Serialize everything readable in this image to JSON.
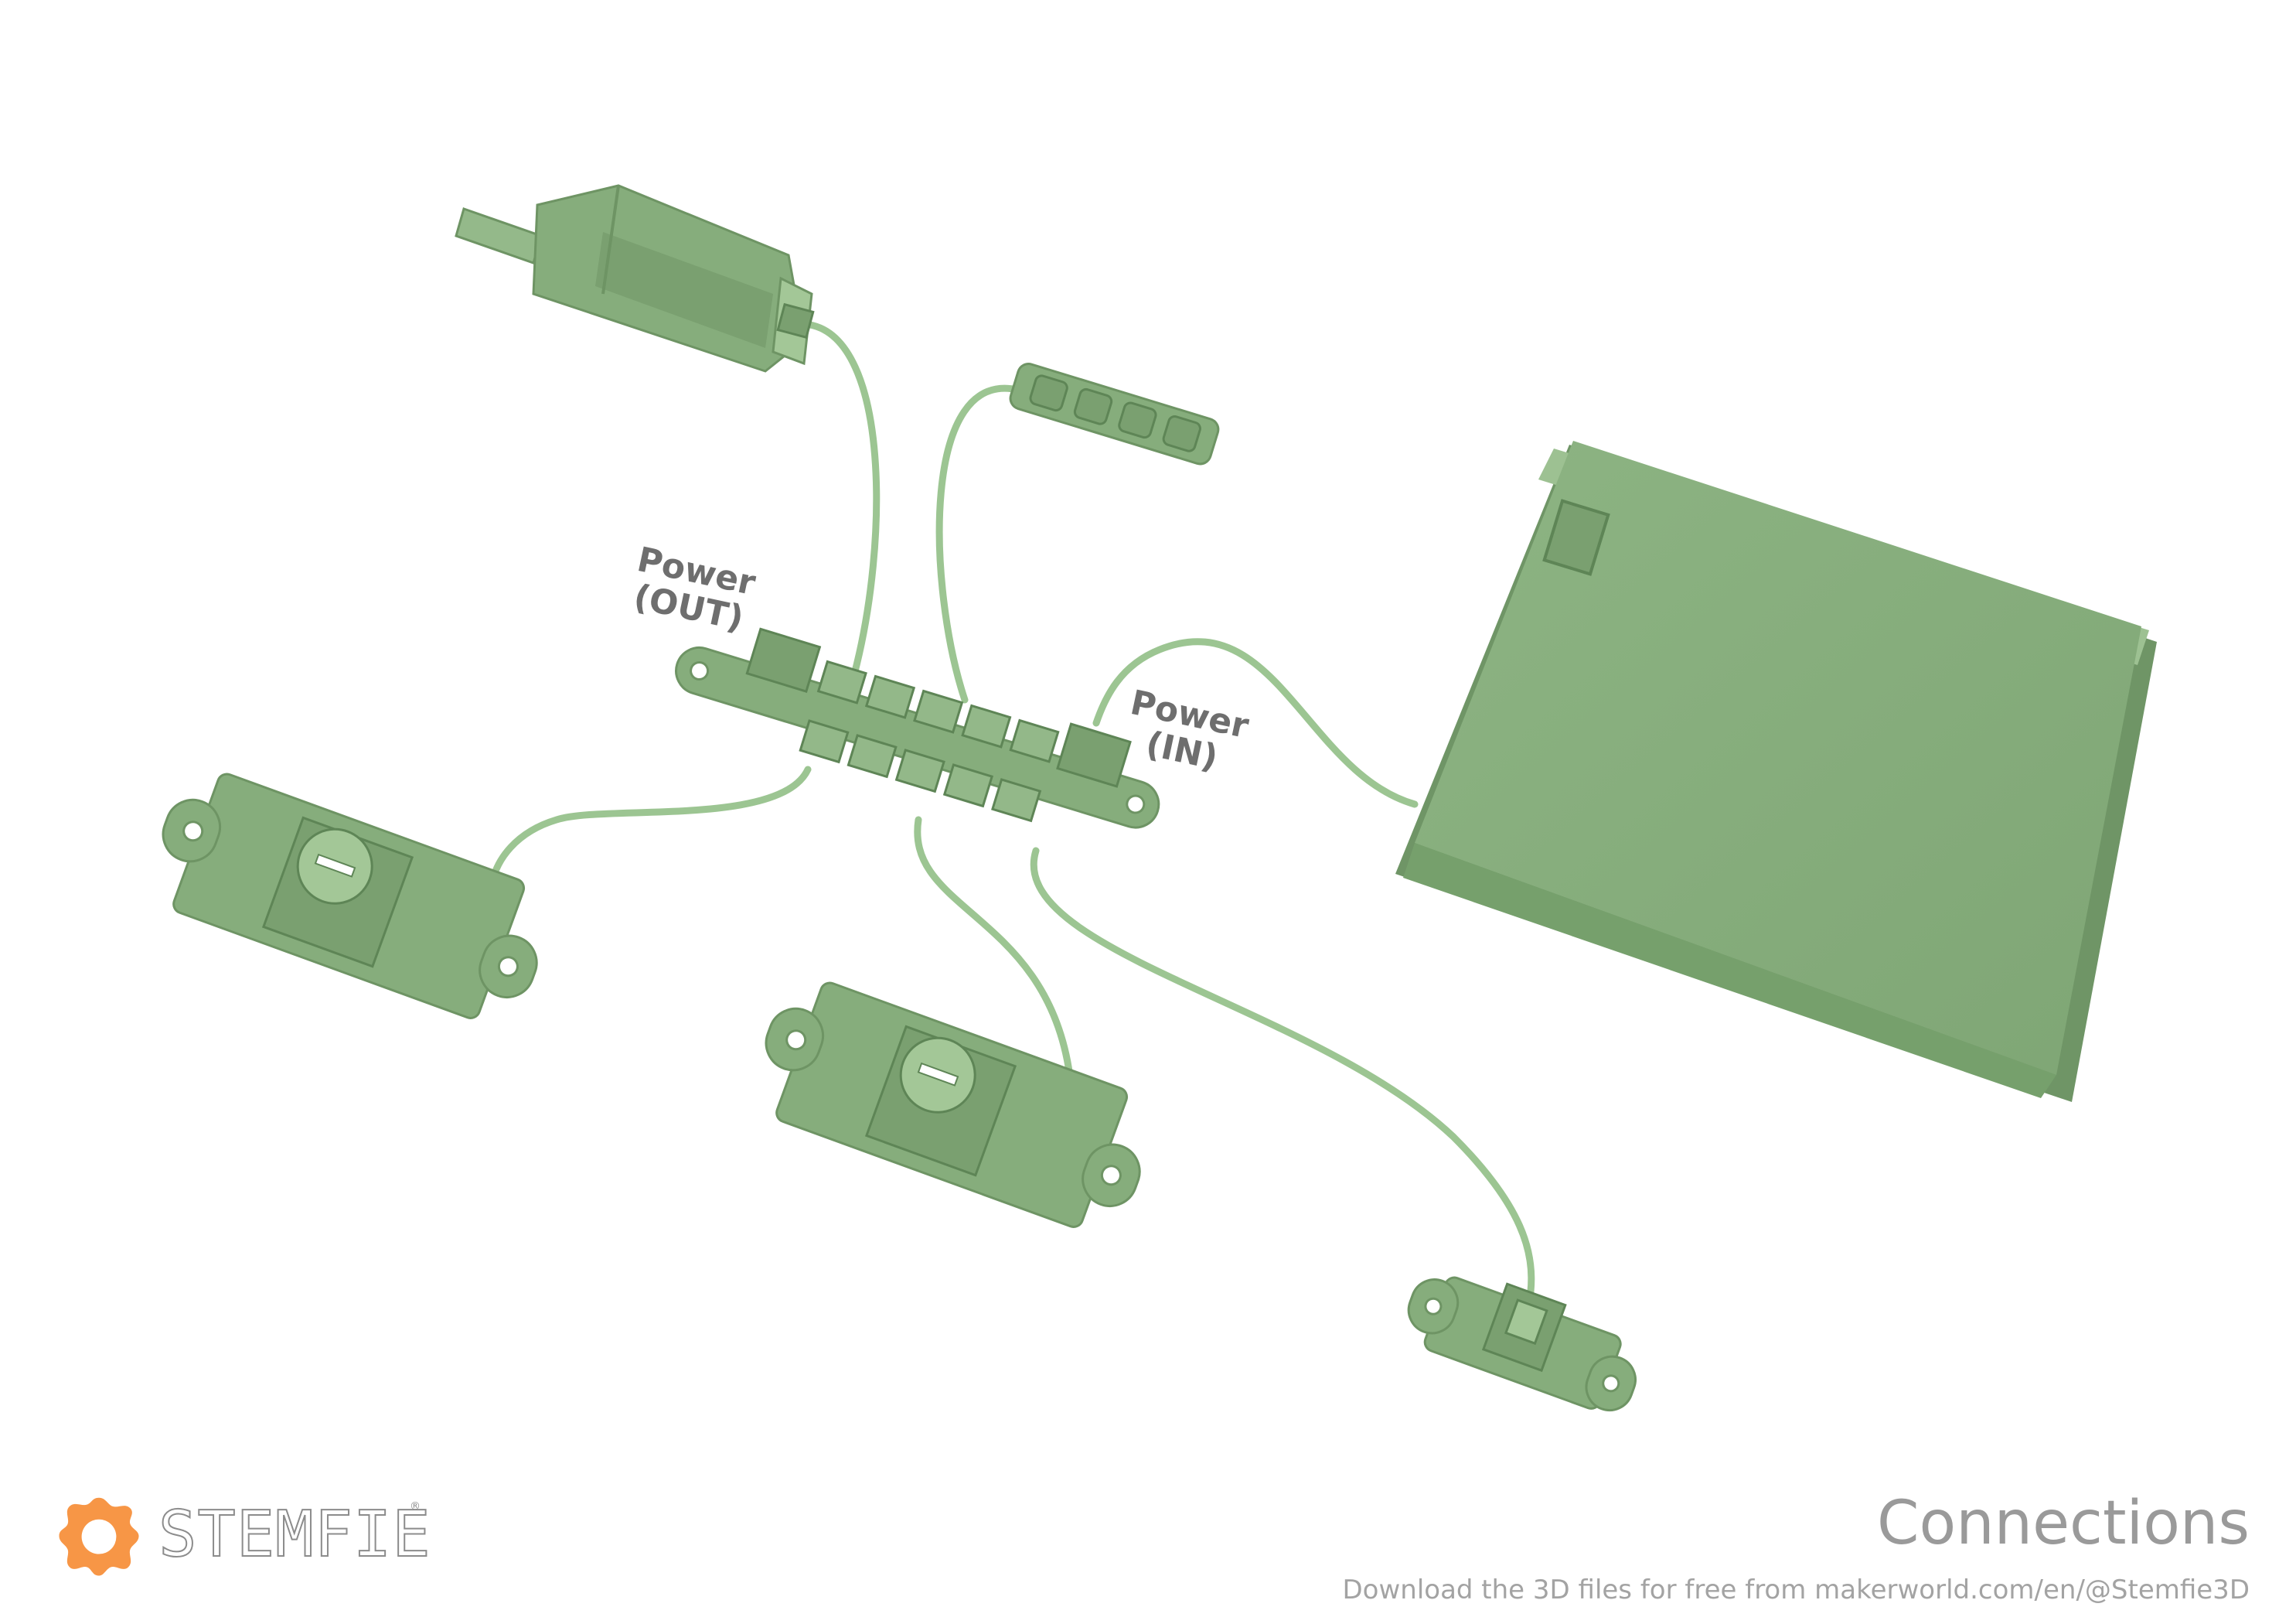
{
  "labels": {
    "power_out_line1": "Power",
    "power_out_line2": "(OUT)",
    "power_in_line1": "Power",
    "power_in_line2": "(IN)"
  },
  "footer": {
    "title": "Connections",
    "subtitle": "Download the 3D files for free from makerworld.com/en/@Stemfie3D",
    "brand": "STEMFIE",
    "brand_mark": "®"
  },
  "colors": {
    "part_fill": "#86ad7c",
    "part_dark": "#6e9464",
    "part_light": "#a3c797",
    "wire": "#9cc592",
    "logo": "#f79646",
    "text_gray": "#8c8c8c"
  },
  "components": [
    "motor",
    "led-bar",
    "distribution-board",
    "battery-box",
    "potentiometer-left",
    "potentiometer-middle",
    "push-button"
  ]
}
